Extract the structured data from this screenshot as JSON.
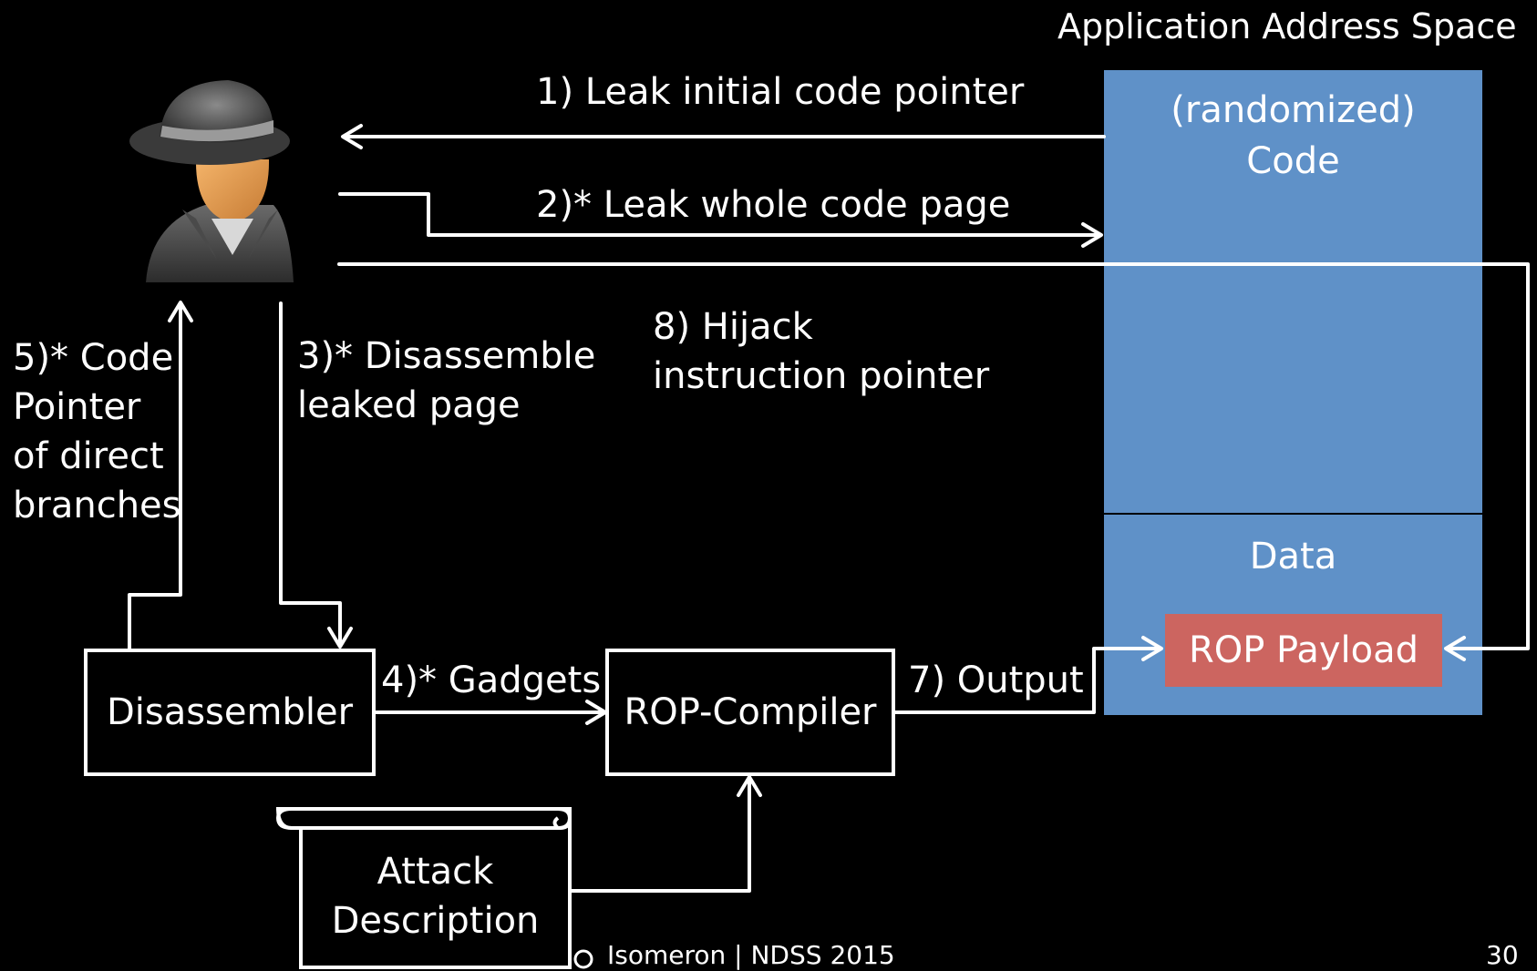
{
  "address_space": {
    "title": "Application Address Space",
    "code_label": "(randomized)\nCode",
    "data_label": "Data",
    "payload_label": "ROP Payload"
  },
  "steps": {
    "step1": "1) Leak initial code pointer",
    "step2": "2)* Leak whole code page",
    "step3": "3)* Disassemble leaked page",
    "step4": "4)* Gadgets",
    "step5": "5)* Code Pointer of direct branches",
    "step7": "7) Output",
    "step8": "8) Hijack instruction pointer"
  },
  "components": {
    "disassembler": "Disassembler",
    "rop_compiler": "ROP-Compiler",
    "attack_description": "Attack Description"
  },
  "footer": {
    "text": "Isomeron | NDSS 2015",
    "page_number": "30"
  }
}
